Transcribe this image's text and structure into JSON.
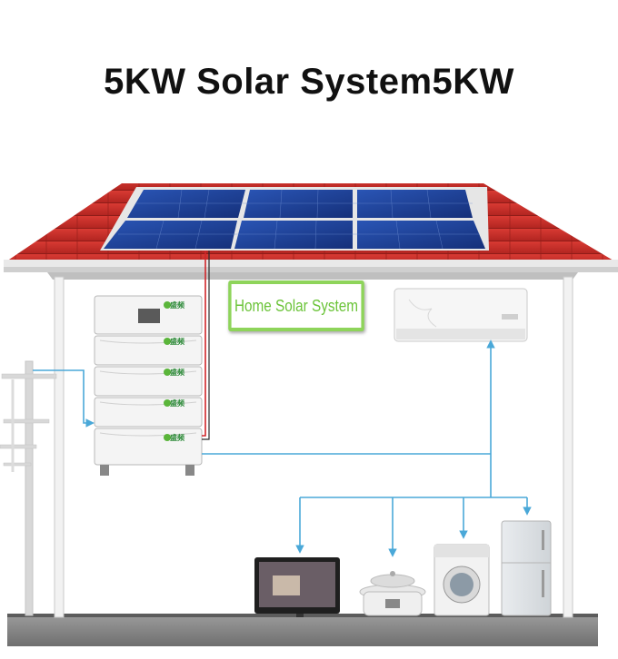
{
  "title": "5KW Solar System5KW",
  "home_label": "Home Solar System",
  "battery": {
    "modules": 5,
    "brand_text": "盛频"
  },
  "appliances": [
    "air-conditioner",
    "television",
    "rice-cooker",
    "washing-machine",
    "refrigerator"
  ],
  "colors": {
    "roof": "#c8302a",
    "solar_panel": "#1d3f8f",
    "flow_arrow": "#4aa8d8",
    "label_border": "#8ed45a",
    "label_text": "#6cc43a",
    "dc_wire": "#d0262a"
  }
}
